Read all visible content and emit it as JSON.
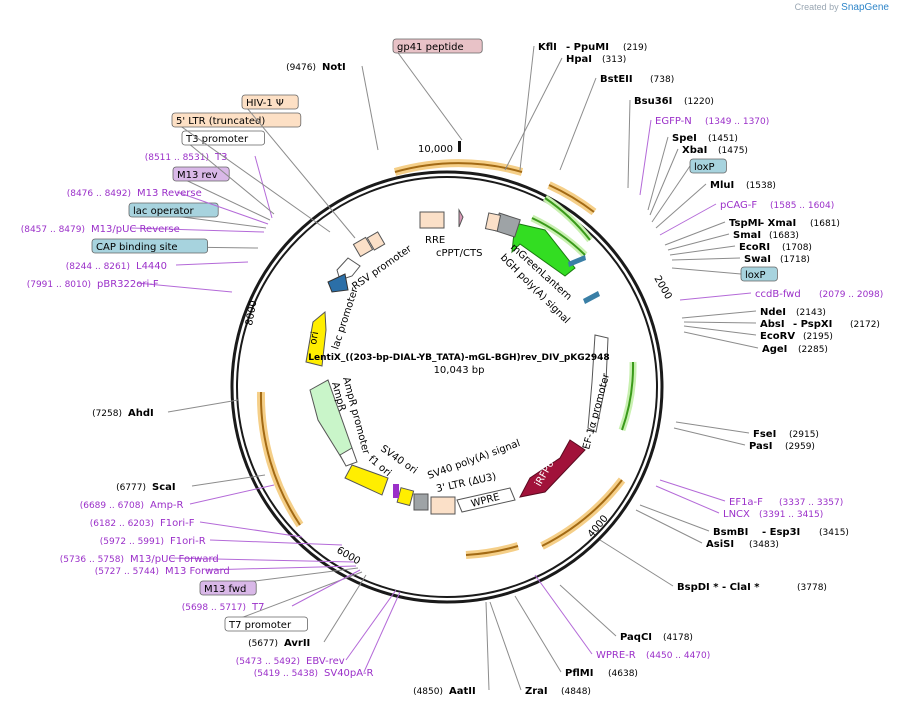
{
  "app": {
    "created_by": "Created by",
    "brand": "SnapGene"
  },
  "map": {
    "title": "LentiX_((203-bp-DIAL-YB_TATA)-mGL-BGH)rev_DIV_pKG2948",
    "length": "10,043 bp",
    "ticks": [
      "10,000",
      "2000",
      "4000",
      "6000",
      "8000"
    ]
  },
  "labels": [
    {
      "id": "gp41",
      "text": "gp41 peptide",
      "kind": "feature",
      "color": "#e8c2c7"
    },
    {
      "id": "kfl",
      "text": "KflI",
      "pos": "",
      "kind": "enzyme"
    },
    {
      "id": "ppumi",
      "text": "- PpuMI",
      "pos": "(219)",
      "kind": "enzyme"
    },
    {
      "id": "hpai",
      "text": "HpaI",
      "pos": "(313)",
      "kind": "enzyme"
    },
    {
      "id": "bstEII",
      "text": "BstEII",
      "pos": "(738)",
      "kind": "enzyme"
    },
    {
      "id": "bsu36i",
      "text": "Bsu36I",
      "pos": "(1220)",
      "kind": "enzyme"
    },
    {
      "id": "egfpn",
      "text": "EGFP-N",
      "pos": "(1349 .. 1370)",
      "kind": "primer"
    },
    {
      "id": "spei",
      "text": "SpeI",
      "pos": "(1451)",
      "kind": "enzyme"
    },
    {
      "id": "xbai",
      "text": "XbaI",
      "pos": "(1475)",
      "kind": "enzyme"
    },
    {
      "id": "loxp1",
      "text": "loxP",
      "kind": "feature",
      "color": "#a7d3de"
    },
    {
      "id": "mlui",
      "text": "MluI",
      "pos": "(1538)",
      "kind": "enzyme"
    },
    {
      "id": "pcagf",
      "text": "pCAG-F",
      "pos": "(1585 .. 1604)",
      "kind": "primer"
    },
    {
      "id": "tspmi",
      "text": "TspMI",
      "pos": "",
      "kind": "enzyme"
    },
    {
      "id": "xmai",
      "text": "- XmaI",
      "pos": "(1681)",
      "kind": "enzyme"
    },
    {
      "id": "smai",
      "text": "SmaI",
      "pos": "(1683)",
      "kind": "enzyme"
    },
    {
      "id": "ecori",
      "text": "EcoRI",
      "pos": "(1708)",
      "kind": "enzyme"
    },
    {
      "id": "swai",
      "text": "SwaI",
      "pos": "(1718)",
      "kind": "enzyme"
    },
    {
      "id": "loxp2",
      "text": "loxP",
      "kind": "feature",
      "color": "#a7d3de"
    },
    {
      "id": "ccdb",
      "text": "ccdB-fwd",
      "pos": "(2079 .. 2098)",
      "kind": "primer"
    },
    {
      "id": "ndei",
      "text": "NdeI",
      "pos": "(2143)",
      "kind": "enzyme"
    },
    {
      "id": "absi",
      "text": "AbsI",
      "pos": "",
      "kind": "enzyme"
    },
    {
      "id": "pspxi",
      "text": "- PspXI",
      "pos": "(2172)",
      "kind": "enzyme"
    },
    {
      "id": "ecorv",
      "text": "EcoRV",
      "pos": "(2195)",
      "kind": "enzyme"
    },
    {
      "id": "agei",
      "text": "AgeI",
      "pos": "(2285)",
      "kind": "enzyme"
    },
    {
      "id": "fsei",
      "text": "FseI",
      "pos": "(2915)",
      "kind": "enzyme"
    },
    {
      "id": "pasi",
      "text": "PasI",
      "pos": "(2959)",
      "kind": "enzyme"
    },
    {
      "id": "ef1af",
      "text": "EF1a-F",
      "pos": "(3337 .. 3357)",
      "kind": "primer"
    },
    {
      "id": "lncx",
      "text": "LNCX",
      "pos": "(3391 .. 3415)",
      "kind": "primer"
    },
    {
      "id": "bsmbi",
      "text": "BsmBI",
      "pos": "",
      "kind": "enzyme"
    },
    {
      "id": "esp3i",
      "text": "- Esp3I",
      "pos": "(3415)",
      "kind": "enzyme"
    },
    {
      "id": "asisi",
      "text": "AsiSI",
      "pos": "(3483)",
      "kind": "enzyme"
    },
    {
      "id": "bspdi",
      "text": "BspDI * - ClaI *",
      "pos": "(3778)",
      "kind": "enzyme"
    },
    {
      "id": "paqci",
      "text": "PaqCI",
      "pos": "(4178)",
      "kind": "enzyme"
    },
    {
      "id": "wprer",
      "text": "WPRE-R",
      "pos": "(4450 .. 4470)",
      "kind": "primer"
    },
    {
      "id": "pflmi",
      "text": "PflMI",
      "pos": "(4638)",
      "kind": "enzyme"
    },
    {
      "id": "zrai",
      "text": "ZraI",
      "pos": "(4848)",
      "kind": "enzyme"
    },
    {
      "id": "aatii",
      "text": "AatII",
      "pos": "(4850)",
      "kind": "enzyme"
    },
    {
      "id": "sv40pa",
      "text": "SV40pA-R",
      "pos": "(5419 .. 5438)",
      "kind": "primer"
    },
    {
      "id": "ebvrev",
      "text": "EBV-rev",
      "pos": "(5473 .. 5492)",
      "kind": "primer"
    },
    {
      "id": "avrii",
      "text": "AvrII",
      "pos": "(5677)",
      "kind": "enzyme"
    },
    {
      "id": "t7prom",
      "text": "T7 promoter",
      "kind": "feature",
      "color": "#ffffff"
    },
    {
      "id": "t7",
      "text": "T7",
      "pos": "(5698 .. 5717)",
      "kind": "primer"
    },
    {
      "id": "m13fwdf",
      "text": "M13 fwd",
      "kind": "feature",
      "color": "#d9b8e8"
    },
    {
      "id": "m13fwd",
      "text": "M13 Forward",
      "pos": "(5727 .. 5744)",
      "kind": "primer"
    },
    {
      "id": "m13pucf",
      "text": "M13/pUC Forward",
      "pos": "(5736 .. 5758)",
      "kind": "primer"
    },
    {
      "id": "f1orir",
      "text": "F1ori-R",
      "pos": "(5972 .. 5991)",
      "kind": "primer"
    },
    {
      "id": "f1orif",
      "text": "F1ori-F",
      "pos": "(6182 .. 6203)",
      "kind": "primer"
    },
    {
      "id": "ampr",
      "text": "Amp-R",
      "pos": "(6689 .. 6708)",
      "kind": "primer"
    },
    {
      "id": "scai",
      "text": "ScaI",
      "pos": "(6777)",
      "kind": "enzyme"
    },
    {
      "id": "ahdi",
      "text": "AhdI",
      "pos": "(7258)",
      "kind": "enzyme"
    },
    {
      "id": "pbr322",
      "text": "pBR322ori-F",
      "pos": "(7991 .. 8010)",
      "kind": "primer"
    },
    {
      "id": "l4440",
      "text": "L4440",
      "pos": "(8244 .. 8261)",
      "kind": "primer"
    },
    {
      "id": "capbs",
      "text": "CAP binding site",
      "kind": "feature",
      "color": "#a7d3de"
    },
    {
      "id": "m13puc",
      "text": "M13/pUC Reverse",
      "pos": "(8457 .. 8479)",
      "kind": "primer"
    },
    {
      "id": "lacop",
      "text": "lac operator",
      "kind": "feature",
      "color": "#a7d3de"
    },
    {
      "id": "m13rev",
      "text": "M13 Reverse",
      "pos": "(8476 .. 8492)",
      "kind": "primer"
    },
    {
      "id": "m13revf",
      "text": "M13 rev",
      "kind": "feature",
      "color": "#d9b8e8"
    },
    {
      "id": "t3",
      "text": "T3",
      "pos": "(8511 .. 8531)",
      "kind": "primer"
    },
    {
      "id": "t3prom",
      "text": "T3 promoter",
      "kind": "feature",
      "color": "#ffffff"
    },
    {
      "id": "ltr5",
      "text": "5' LTR (truncated)",
      "kind": "feature",
      "color": "#fde0c5"
    },
    {
      "id": "hiv",
      "text": "HIV-1 Ψ",
      "kind": "feature",
      "color": "#fde0c5"
    },
    {
      "id": "noti",
      "text": "NotI",
      "pos": "(9476)",
      "kind": "enzyme"
    }
  ],
  "inner_features": [
    {
      "id": "rsv",
      "text": "RSV promoter"
    },
    {
      "id": "rre",
      "text": "RRE"
    },
    {
      "id": "cppt",
      "text": "cPPT/CTS"
    },
    {
      "id": "mgl",
      "text": "mGreenLantern"
    },
    {
      "id": "bgh",
      "text": "bGH poly(A) signal"
    },
    {
      "id": "ef1a",
      "text": "EF-1α promoter"
    },
    {
      "id": "irfp",
      "text": "iRFP670"
    },
    {
      "id": "wpre",
      "text": "WPRE"
    },
    {
      "id": "ltr3",
      "text": "3' LTR (ΔU3)"
    },
    {
      "id": "sv40pa",
      "text": "SV40 poly(A) signal"
    },
    {
      "id": "sv40ori",
      "text": "SV40 ori"
    },
    {
      "id": "f1ori",
      "text": "f1 ori"
    },
    {
      "id": "amprp",
      "text": "AmpR promoter"
    },
    {
      "id": "ampr",
      "text": "AmpR"
    },
    {
      "id": "ori",
      "text": "ori"
    },
    {
      "id": "lacp",
      "text": "lac promoter"
    }
  ],
  "colors": {
    "enzyme": "#000000",
    "primer": "#9b30c9",
    "ring": "#1a1a1a",
    "mgl": "#33dd22",
    "irfp": "#a1123a",
    "ori": "#ffee00",
    "ampr": "#c9f5c9",
    "orf": "#e0a24a"
  }
}
